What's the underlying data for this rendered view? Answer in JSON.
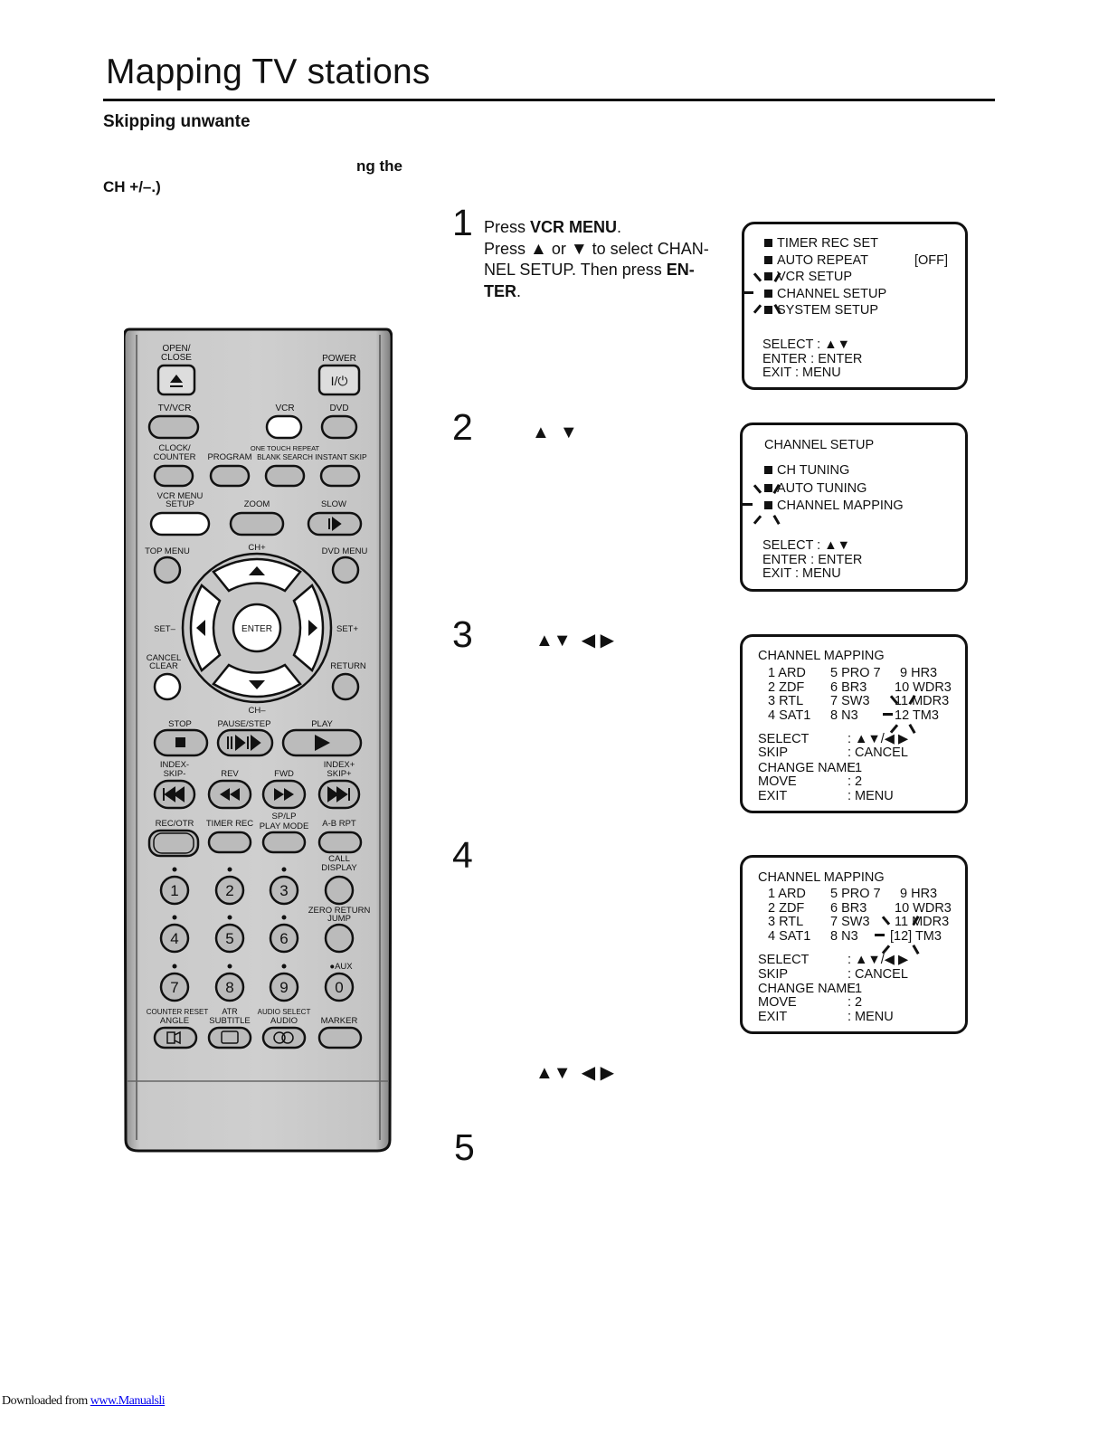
{
  "page": {
    "title": "Mapping TV stations",
    "section_heading": "Skipping unwante",
    "intro_line_1": "ng the",
    "intro_line_2": "CH +/–.)"
  },
  "steps": [
    {
      "number": "1",
      "lines": [
        "Press VCR MENU.",
        "Press ▲ or ▼ to select CHAN-",
        "NEL SETUP. Then press EN-",
        "TER."
      ]
    },
    {
      "number": "2",
      "arrows": "▲  ▼"
    },
    {
      "number": "3",
      "arrows": "▲▼  ◀ ▶"
    },
    {
      "number": "4",
      "arrows": "▲▼  ◀ ▶"
    },
    {
      "number": "5"
    }
  ],
  "step1": {
    "press": "Press ",
    "vcr_menu": "VCR MENU",
    "period": ".",
    "press2": "Press ",
    "or": " or ",
    "to_select": " to select CHAN-",
    "nel": "NEL SETUP. Then press ",
    "en": "EN-",
    "ter": "TER",
    "period2": "."
  },
  "osd1": {
    "items": [
      "TIMER REC SET",
      "AUTO REPEAT",
      "VCR SETUP",
      "CHANNEL SETUP",
      "SYSTEM SETUP"
    ],
    "auto_repeat_value": "[OFF]",
    "select": "SELECT  :  ▲▼",
    "enter": "ENTER   :  ENTER",
    "exit": "EXIT      :  MENU"
  },
  "osd2": {
    "heading": "CHANNEL SETUP",
    "items": [
      "CH TUNING",
      "AUTO TUNING",
      "CHANNEL MAPPING"
    ],
    "select": "SELECT  : ▲▼",
    "enter": "ENTER   : ENTER",
    "exit": "EXIT      : MENU"
  },
  "osd3": {
    "heading": "CHANNEL MAPPING",
    "col1": [
      "1 ARD",
      "2 ZDF",
      "3 RTL",
      "4 SAT1"
    ],
    "col2": [
      "5 PRO 7",
      "6 BR3",
      "7 SW3",
      "8 N3"
    ],
    "col3": [
      "9 HR3",
      "10 WDR3",
      "11 MDR3",
      "12 TM3"
    ],
    "labels": [
      "SELECT",
      "SKIP",
      "CHANGE NAME",
      "MOVE",
      "EXIT"
    ],
    "values": [
      ": ▲▼/◀ ▶",
      ": CANCEL",
      ": 1",
      ": 2",
      ": MENU"
    ]
  },
  "osd4": {
    "heading": "CHANNEL MAPPING",
    "col1": [
      "1 ARD",
      "2 ZDF",
      "3 RTL",
      "4 SAT1"
    ],
    "col2": [
      "5 PRO 7",
      "6 BR3",
      "7 SW3",
      "8 N3"
    ],
    "col3": [
      "9 HR3",
      "10 WDR3",
      "11 MDR3",
      "[12] TM3"
    ],
    "labels": [
      "SELECT",
      "SKIP",
      "CHANGE NAME",
      "MOVE",
      "EXIT"
    ],
    "values": [
      ": ▲▼/◀ ▶",
      ": CANCEL",
      ": 1",
      ": 2",
      ": MENU"
    ]
  },
  "remote": {
    "labels": {
      "open_close": [
        "OPEN/",
        "CLOSE"
      ],
      "power": "POWER",
      "tv_vcr": "TV/VCR",
      "vcr": "VCR",
      "dvd": "DVD",
      "clock_counter": [
        "CLOCK/",
        "COUNTER"
      ],
      "program": "PROGRAM",
      "one_touch": [
        "ONE TOUCH REPEAT",
        "BLANK SEARCH"
      ],
      "instant_skip": "INSTANT SKIP",
      "vcr_menu_setup": [
        "VCR MENU",
        "SETUP"
      ],
      "zoom": "ZOOM",
      "slow": "SLOW",
      "top_menu": "TOP MENU",
      "ch_plus": "CH+",
      "dvd_menu": "DVD MENU",
      "set_minus": "SET–",
      "enter": "ENTER",
      "set_plus": "SET+",
      "cancel_clear": [
        "CANCEL",
        "CLEAR"
      ],
      "return": "RETURN",
      "ch_minus": "CH–",
      "stop": "STOP",
      "pause_step": "PAUSE/STEP",
      "play": "PLAY",
      "index_skip_minus": [
        "INDEX-",
        "SKIP-"
      ],
      "rev": "REV",
      "fwd": "FWD",
      "index_skip_plus": [
        "INDEX+",
        "SKIP+"
      ],
      "rec_otr": "REC/OTR",
      "timer_rec": "TIMER REC",
      "sp_lp": [
        "SP/LP",
        "PLAY MODE"
      ],
      "ab_rpt": "A-B RPT",
      "call_display": [
        "CALL",
        "DISPLAY"
      ],
      "zero_return": [
        "ZERO RETURN",
        "JUMP"
      ],
      "aux": "●AUX",
      "counter_reset": [
        "COUNTER RESET",
        "ANGLE"
      ],
      "atr": [
        "ATR",
        "SUBTITLE"
      ],
      "audio_select": [
        "AUDIO SELECT",
        "AUDIO"
      ],
      "marker": "MARKER",
      "digits": [
        "1",
        "2",
        "3",
        "4",
        "5",
        "6",
        "7",
        "8",
        "9",
        "0"
      ],
      "power_glyph": "I/⏻"
    }
  },
  "footer": {
    "prefix": "Downloaded from ",
    "link": "www.Manualsli"
  }
}
